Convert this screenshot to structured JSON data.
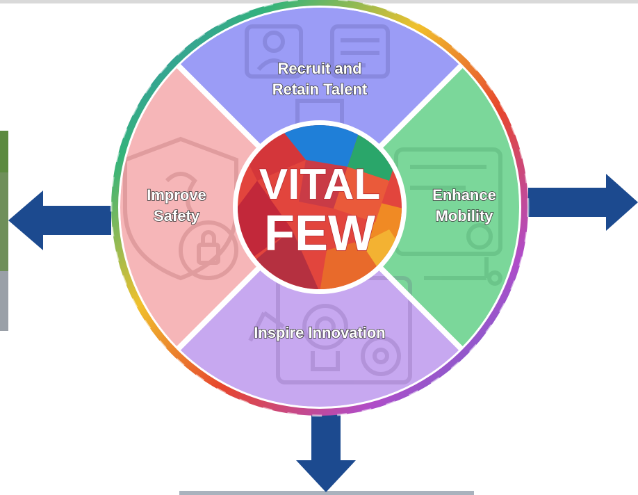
{
  "center": {
    "line1": "VITAL",
    "line2": "FEW"
  },
  "segments": {
    "top": {
      "line1": "Recruit and",
      "line2": "Retain Talent",
      "icon": "recruit-icon"
    },
    "right": {
      "line1": "Enhance",
      "line2": "Mobility",
      "icon": "mobility-icon"
    },
    "bottom": {
      "line1": "Inspire Innovation",
      "icon": "innovation-gears-icon"
    },
    "left": {
      "line1": "Improve",
      "line2": "Safety",
      "icon": "safety-shield-lock-icon"
    }
  },
  "colors": {
    "top": "#9b9cf6",
    "right": "#7bd79a",
    "bottom": "#c7a8f0",
    "left": "#f6b6b8",
    "arrow": "#1c4a8f",
    "center_bg": "#e2453d"
  },
  "arrows": [
    "left-arrow",
    "right-arrow",
    "down-arrow"
  ]
}
